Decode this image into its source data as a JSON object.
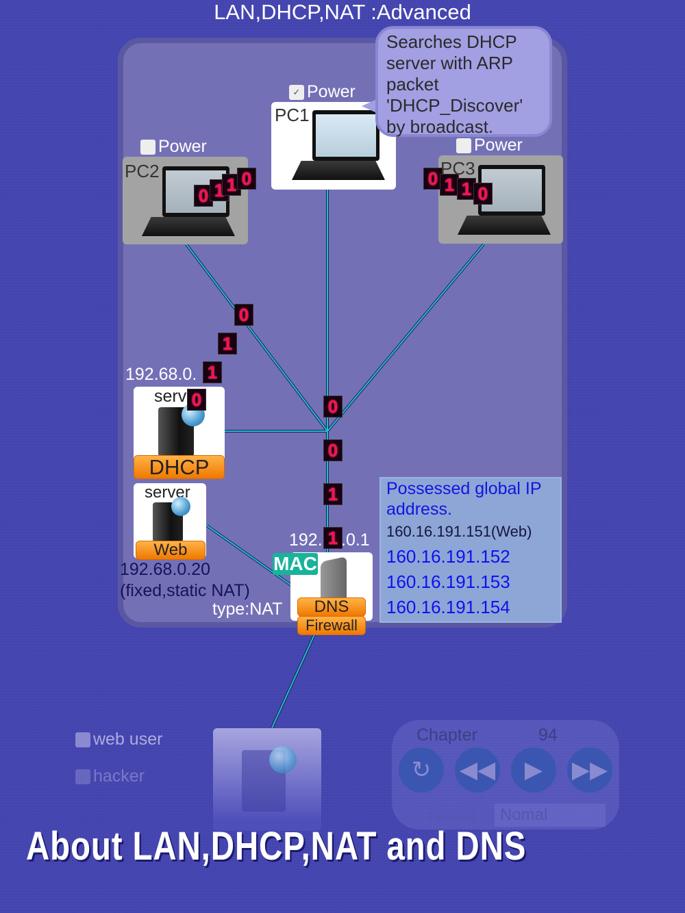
{
  "title": "LAN,DHCP,NAT :Advanced",
  "bubble": {
    "text": "Searches DHCP server with ARP packet 'DHCP_Discover' by broadcast."
  },
  "pcs": [
    {
      "name": "PC1",
      "power_label": "Power",
      "power_on": true
    },
    {
      "name": "PC2",
      "power_label": "Power",
      "power_on": false
    },
    {
      "name": "PC3",
      "power_label": "Power",
      "power_on": false
    }
  ],
  "packets": {
    "pc2_bits": [
      "0",
      "1",
      "1",
      "0"
    ],
    "pc3_bits": [
      "0",
      "1",
      "1",
      "0"
    ],
    "line_bits": [
      "0",
      "1",
      "1",
      "0",
      "0",
      "0",
      "1",
      "1"
    ]
  },
  "dhcp_server": {
    "ip_label": "192.68.0.",
    "name": "serv",
    "tag": "DHCP"
  },
  "web_server": {
    "name": "server",
    "tag": "Web",
    "ip": "192.68.0.20",
    "note": "(fixed,static NAT)"
  },
  "router": {
    "ip_label_left": "192.",
    "ip_label_right": ".0.1",
    "mac_badge": "MAC",
    "type_label": "type:NAT",
    "tag_dns": "DNS",
    "tag_firewall": "Firewall"
  },
  "global_ip": {
    "heading": "Possessed global IP address.",
    "addresses": [
      "160.16.191.151(Web)",
      "160.16.191.152",
      "160.16.191.153",
      "160.16.191.154"
    ]
  },
  "bottom": {
    "web_user_label": "web user",
    "hacker_label": "hacker",
    "chapter_label": "Chapter",
    "chapter_number": "94",
    "speed_label": "Speed",
    "speed_value": "Nomal",
    "buttons": [
      "replay",
      "rewind",
      "play",
      "fast-forward"
    ]
  },
  "caption": "About LAN,DHCP,NAT and DNS",
  "colors": {
    "background": "#4747b3",
    "panel": "#7470b6",
    "bit": "#ff1050",
    "link": "#1fa0c0",
    "mac": "#17b39a",
    "tag": "#f07800"
  }
}
